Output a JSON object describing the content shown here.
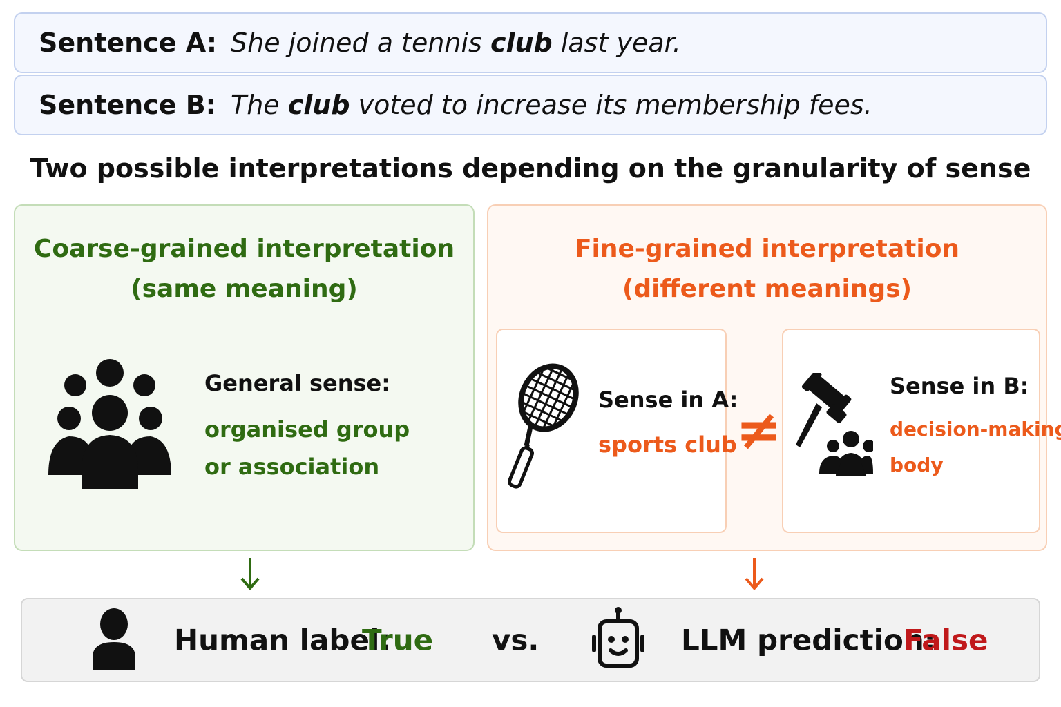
{
  "sentences": [
    {
      "label": "Sentence A:",
      "pre": "She joined a tennis ",
      "keyword": "club",
      "post": " last year."
    },
    {
      "label": "Sentence B:",
      "pre": "The ",
      "keyword": "club",
      "post": " voted to increase its membership fees."
    }
  ],
  "heading": "Two possible interpretations depending on the granularity of sense",
  "coarse": {
    "title": "Coarse-grained interpretation",
    "subtitle": "(same meaning)",
    "sense_heading": "General sense:",
    "sense_line1": "organised group",
    "sense_line2": "or association",
    "icon": "group-of-people-icon"
  },
  "fine": {
    "title": "Fine-grained interpretation",
    "subtitle": "(different meanings)",
    "neq": "≠",
    "a": {
      "heading": "Sense in A:",
      "value": "sports club",
      "icon": "tennis-racket-icon"
    },
    "b": {
      "heading": "Sense in B:",
      "line1": "decision-making",
      "line2": "body",
      "icon": "gavel-and-people-icon"
    }
  },
  "bottom": {
    "human_label": "Human label:",
    "human_value": "True",
    "vs": "vs.",
    "llm_label": "LLM prediction:",
    "llm_value": "False",
    "human_icon": "person-icon",
    "llm_icon": "robot-icon"
  },
  "colors": {
    "green": "#2f6b12",
    "orange": "#ec5a1b",
    "red": "#c0191b",
    "sentence_bg": "#f4f7fe",
    "coarse_bg": "#f4f9f1",
    "fine_bg": "#fff8f3"
  }
}
